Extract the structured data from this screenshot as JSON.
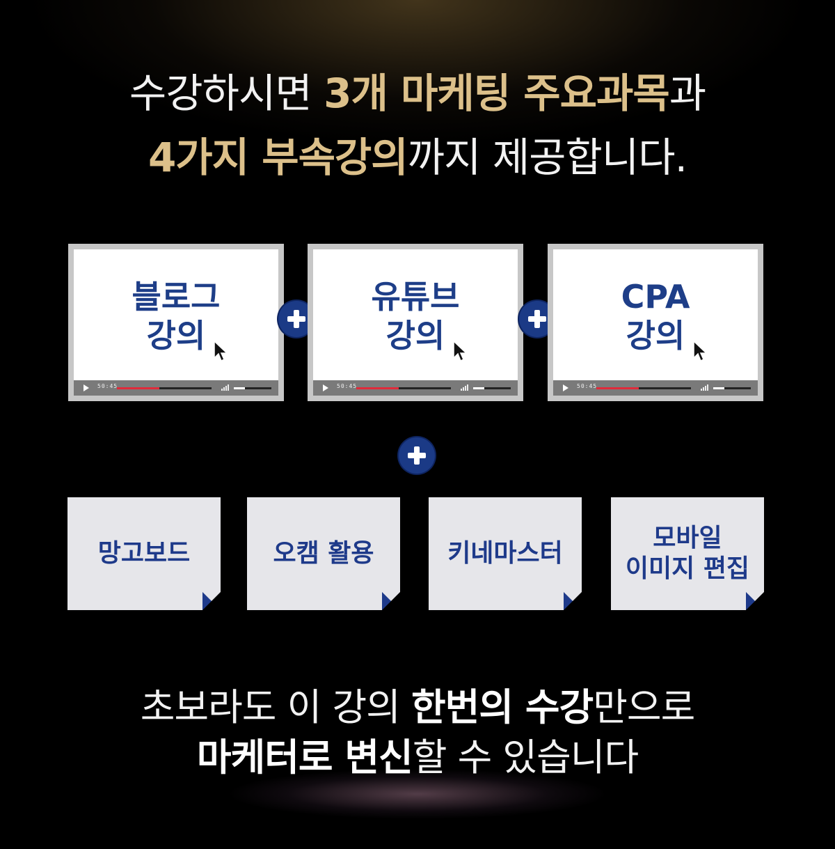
{
  "headline": {
    "line1_prefix": "수강하시면 ",
    "line1_highlight": "3개 마케팅 주요과목",
    "line1_suffix": "과",
    "line2_highlight": "4가지 부속강의",
    "line2_suffix": "까지 제공합니다."
  },
  "courses": [
    {
      "line1": "블로그",
      "line2": "강의",
      "time": "50:45"
    },
    {
      "line1": "유튜브",
      "line2": "강의",
      "time": "50:45"
    },
    {
      "line1": "CPA",
      "line2": "강의",
      "time": "50:45"
    }
  ],
  "progress": {
    "playback_fraction": 0.45,
    "volume_fraction": 0.3
  },
  "extras": [
    {
      "label": "망고보드"
    },
    {
      "label": "오캠 활용"
    },
    {
      "label": "키네마스터"
    },
    {
      "label": "모바일\n이미지 편집"
    }
  ],
  "footer": {
    "line1_prefix": "초보라도 이 강의 ",
    "line1_bold": "한번의 수강",
    "line1_suffix": "만으로",
    "line2_bold": "마케터로 변신",
    "line2_suffix": "할 수 있습니다"
  },
  "colors": {
    "gold": "#dcc08a",
    "navy": "#1e3a8a",
    "progress_red": "#e02a3a"
  }
}
